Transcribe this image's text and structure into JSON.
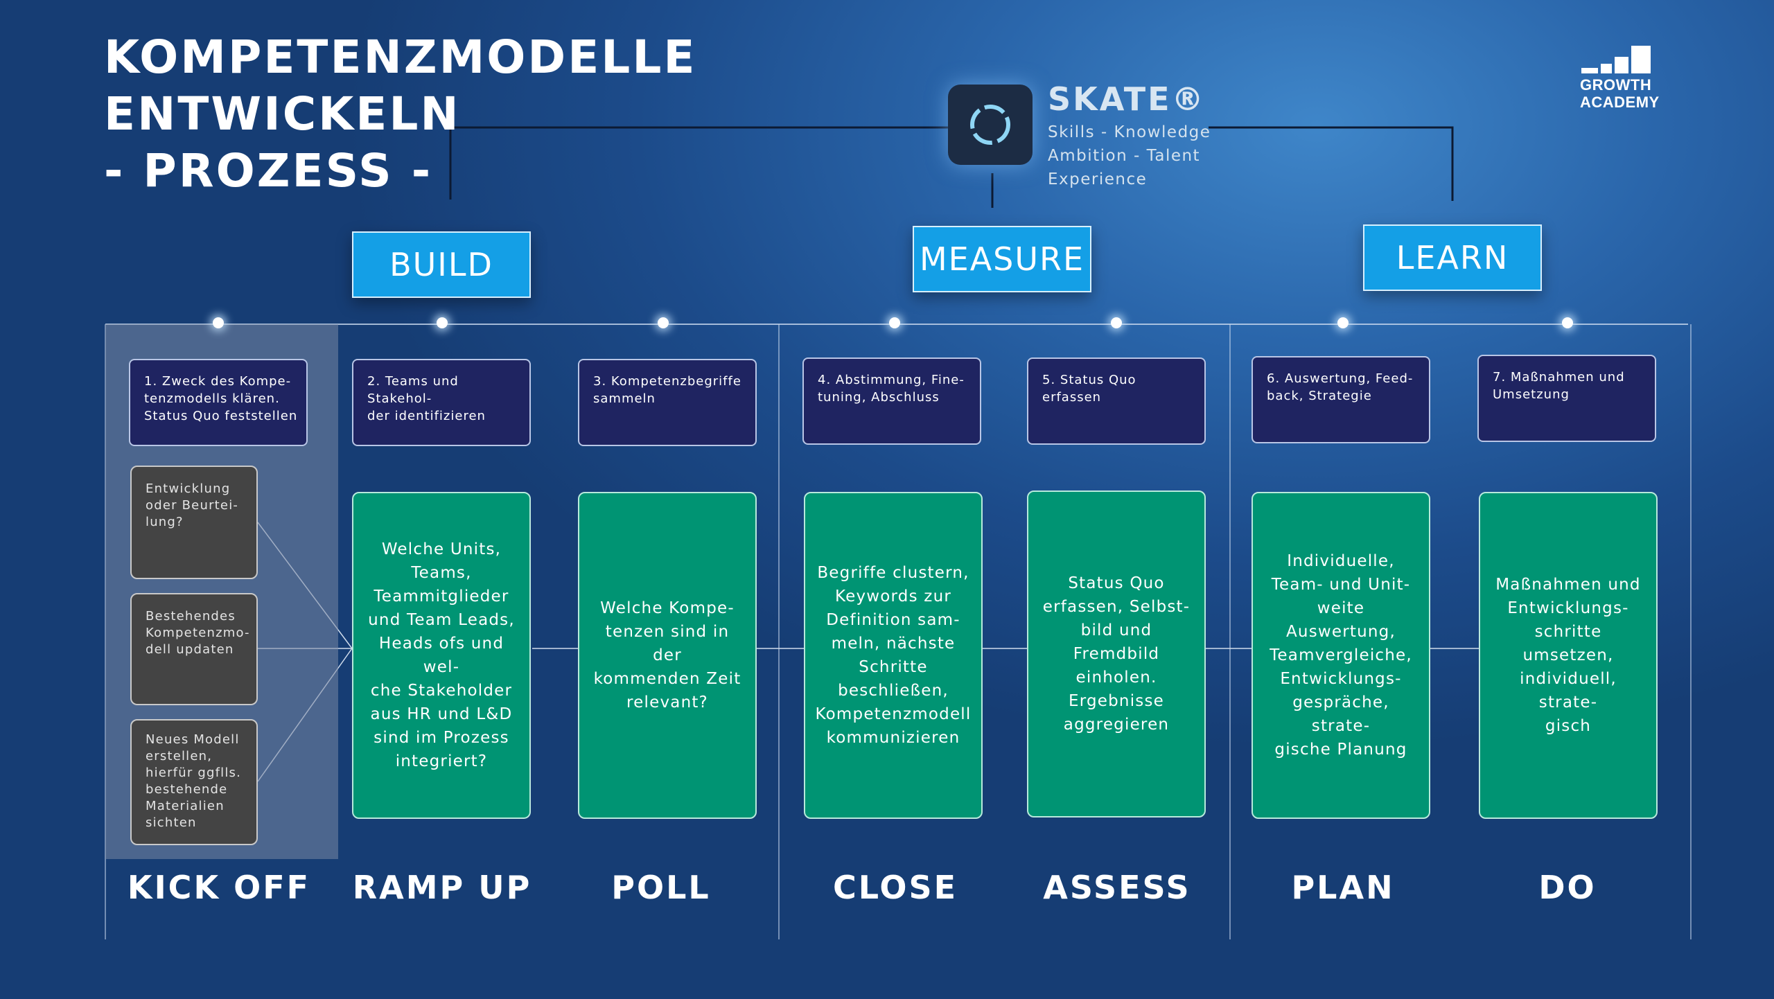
{
  "title": {
    "line1": "KOMPETENZMODELLE",
    "line2": "ENTWICKELN",
    "line3": "- PROZESS -"
  },
  "logo": {
    "line1": "GROWTH",
    "line2": "ACADEMY"
  },
  "skate": {
    "name": "SKATE®",
    "line1": "Skills - Knowledge",
    "line2": "Ambition - Talent",
    "line3": "Experience"
  },
  "phases": [
    "BUILD",
    "MEASURE",
    "LEARN"
  ],
  "steps": [
    {
      "number_text": "1. Zweck des Kompe-\ntenzmodells klären.\nStatus Quo feststellen",
      "stage": "KICK OFF"
    },
    {
      "number_text": "2. Teams und Stakehol-\nder identifizieren",
      "question": "Welche Units,\nTeams,\nTeammitglieder\nund Team Leads,\nHeads ofs und wel-\nche Stakeholder\naus HR und L&D\nsind im Prozess\nintegriert?",
      "stage": "RAMP UP"
    },
    {
      "number_text": "3. Kompetenzbegriffe\nsammeln",
      "question": "Welche Kompe-\ntenzen sind in der\nkommenden Zeit\nrelevant?",
      "stage": "POLL"
    },
    {
      "number_text": "4. Abstimmung, Fine-\ntuning, Abschluss",
      "question": "Begriffe clustern,\nKeywords zur\nDefinition sam-\nmeln, nächste\nSchritte\nbeschließen,\nKompetenzmodell\nkommunizieren",
      "stage": "CLOSE"
    },
    {
      "number_text": "5. Status Quo erfassen",
      "question": "Status Quo\nerfassen, Selbst-\nbild und Fremdbild\neinholen.\nErgebnisse\naggregieren",
      "stage": "ASSESS"
    },
    {
      "number_text": "6. Auswertung, Feed-\nback, Strategie",
      "question": "Individuelle,\nTeam- und Unit-\nweite Auswertung,\nTeamvergleiche,\nEntwicklungs-\ngespräche, strate-\ngische Planung",
      "stage": "PLAN"
    },
    {
      "number_text": "7. Maßnahmen und\nUmsetzung",
      "question": "Maßnahmen und\nEntwicklungs-\nschritte umsetzen,\nindividuell, strate-\ngisch",
      "stage": "DO"
    }
  ],
  "kickoff_options": [
    "Entwicklung\noder Beurtei-\nlung?",
    "Bestehendes\nKompetenzmo-\ndell updaten",
    "Neues Modell\nerstellen,\nhierfür ggflls.\nbestehende\nMaterialien\nsichten"
  ],
  "colors": {
    "phase_box": "#149fe6",
    "step_box": "#1f2461",
    "question_box": "#009473",
    "option_box": "#444444"
  }
}
